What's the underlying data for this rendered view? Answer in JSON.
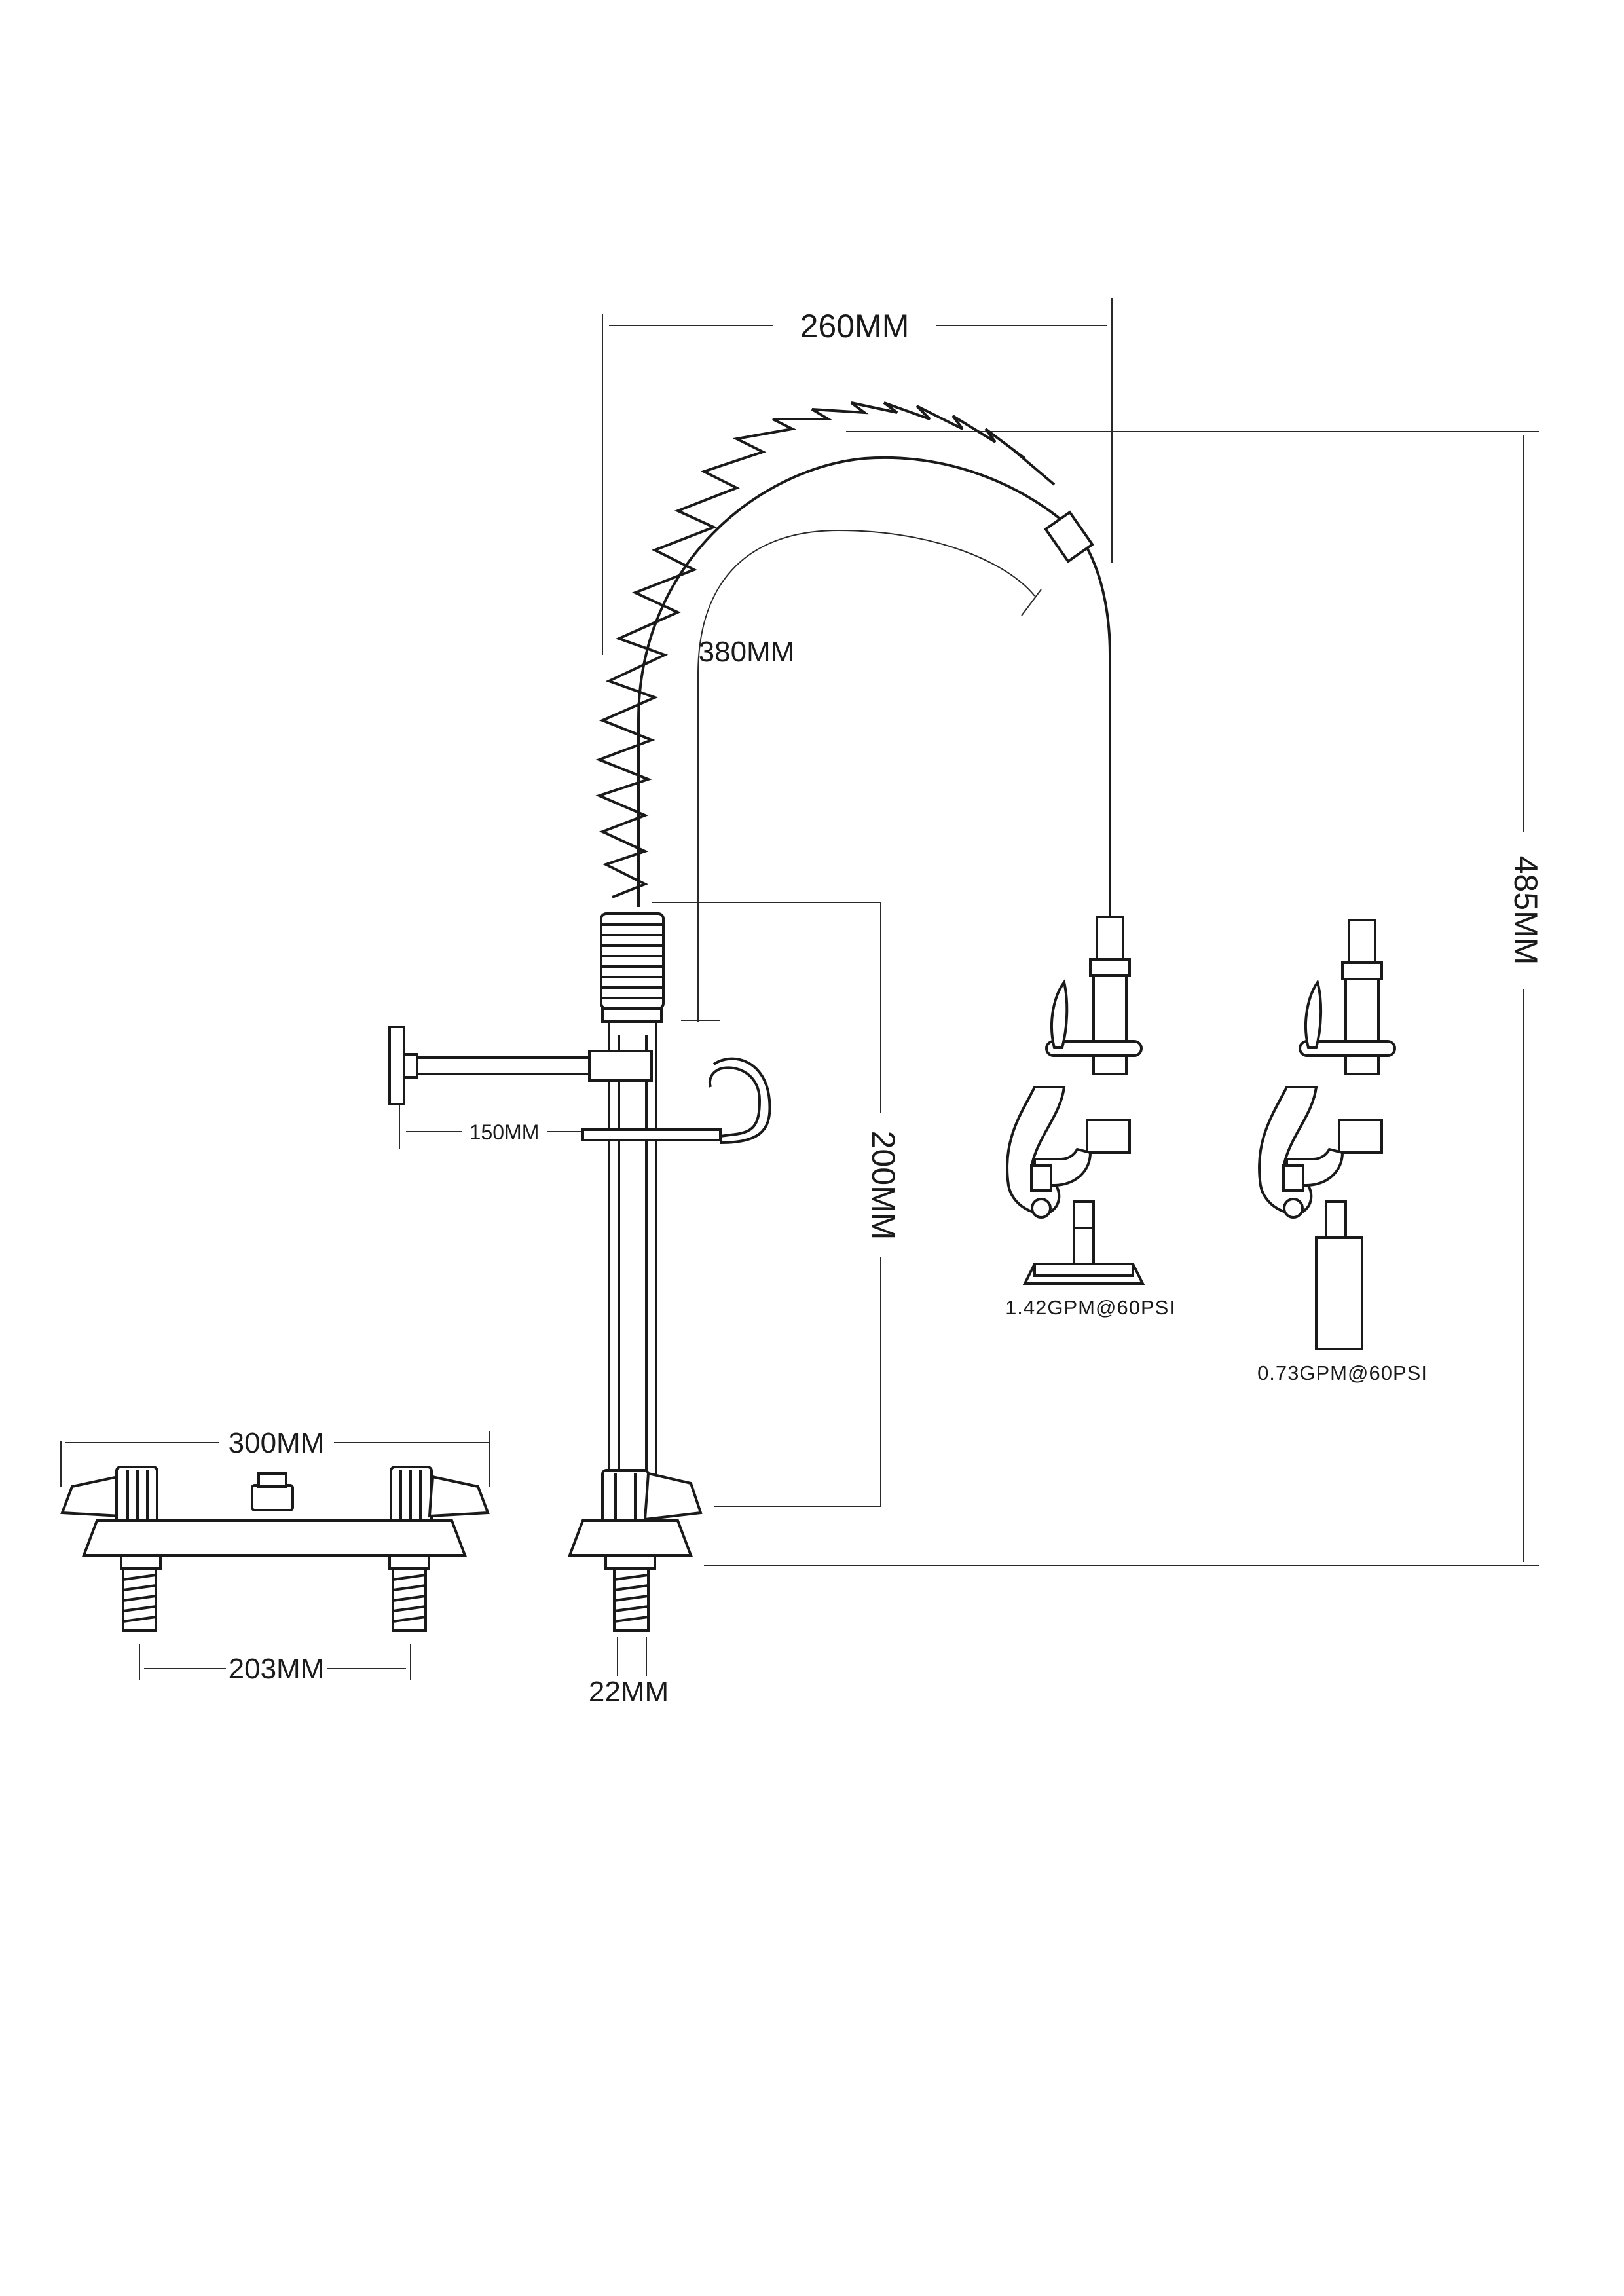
{
  "dimensions": {
    "spring_reach": "260MM",
    "hose_length": "380MM",
    "total_height": "485MM",
    "riser_height": "200MM",
    "wall_arm": "150MM",
    "deck_width": "300MM",
    "centers": "203MM",
    "inlet": "22MM"
  },
  "spray_heads": [
    {
      "flow_rate": "1.42GPM@60PSI"
    },
    {
      "flow_rate": "0.73GPM@60PSI"
    }
  ]
}
